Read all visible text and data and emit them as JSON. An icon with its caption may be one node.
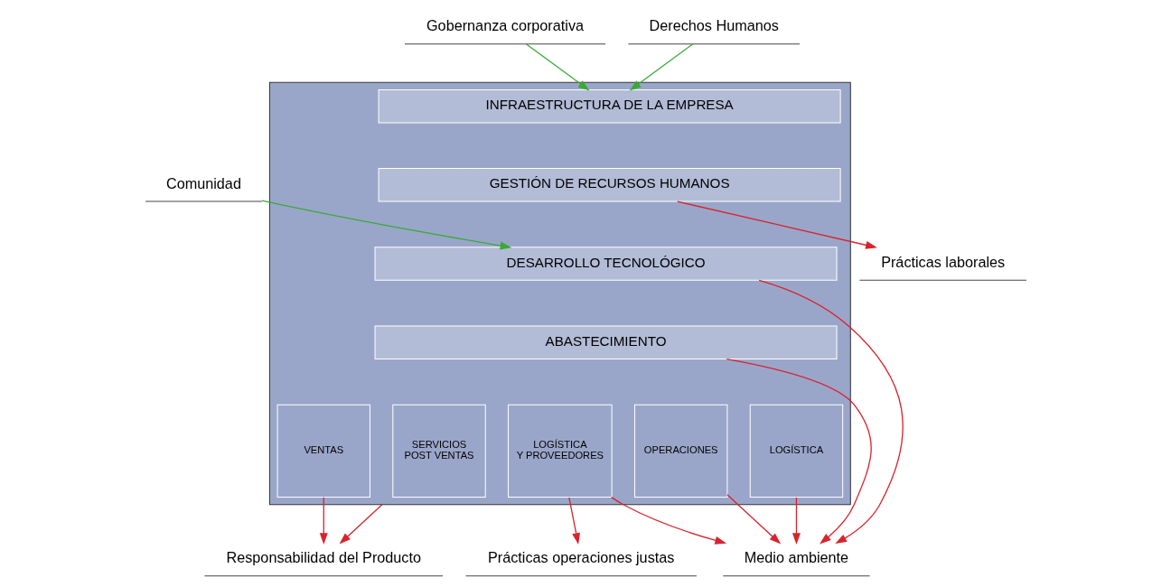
{
  "diagram": {
    "nodes": [
      {
        "text": [
          "Gobernanza corporativa"
        ]
      },
      {
        "text": [
          "Derechos Humanos"
        ]
      },
      {
        "text": [
          "Prácticas laborales"
        ]
      },
      {
        "text": [
          "Comunidad"
        ]
      },
      {
        "text": [],
        "shape": "arrow"
      },
      {
        "text": [
          "INFRAESTRUCTURA DE LA EMPRESA"
        ],
        "in": 4
      },
      {
        "text": [
          "GESTIÓN DE RECURSOS HUMANOS"
        ],
        "in": 4
      },
      {
        "text": [
          "DESARROLLO TECNOLÓGICO"
        ],
        "in": 4
      },
      {
        "text": [
          "ABASTECIMIENTO"
        ],
        "in": 4
      },
      {
        "text": [
          "LOGÍSTICA"
        ],
        "in": 4
      },
      {
        "text": [
          "OPERACIONES"
        ],
        "in": 4
      },
      {
        "text": [
          "LOGÍSTICA Y PROVEEDORES"
        ],
        "in": 4
      },
      {
        "text": [
          "VENTAS"
        ],
        "in": 4
      },
      {
        "text": [
          "SERVICIOS POST VENTAS"
        ],
        "in": 4
      },
      {
        "text": [
          "Responsabilidad del Producto"
        ]
      },
      {
        "text": [
          "Medio ambiente"
        ]
      },
      {
        "text": [
          "Prácticas operaciones justas"
        ]
      }
    ],
    "edges": [
      {
        "from": 0,
        "to": 5,
        "arrow": "to",
        "color": "#3aaa35"
      },
      {
        "from": 1,
        "to": 5,
        "arrow": "to",
        "color": "#3aaa35"
      },
      {
        "from": 3,
        "to": 7,
        "arrow": "to",
        "color": "#3aaa35"
      },
      {
        "from": 6,
        "to": 2,
        "arrow": "to"
      },
      {
        "from": 4,
        "to": 14,
        "arrow": "to"
      },
      {
        "from": 7,
        "to": 15,
        "arrow": "to"
      },
      {
        "from": 8,
        "to": 15,
        "arrow": "to"
      },
      {
        "from": 9,
        "to": 15,
        "arrow": "to"
      },
      {
        "from": 10,
        "to": 15,
        "arrow": "to"
      },
      {
        "from": 11,
        "to": 15,
        "arrow": "to"
      },
      {
        "from": 11,
        "to": 16,
        "arrow": "to"
      },
      {
        "from": 12,
        "to": 14,
        "arrow": "to"
      }
    ]
  }
}
